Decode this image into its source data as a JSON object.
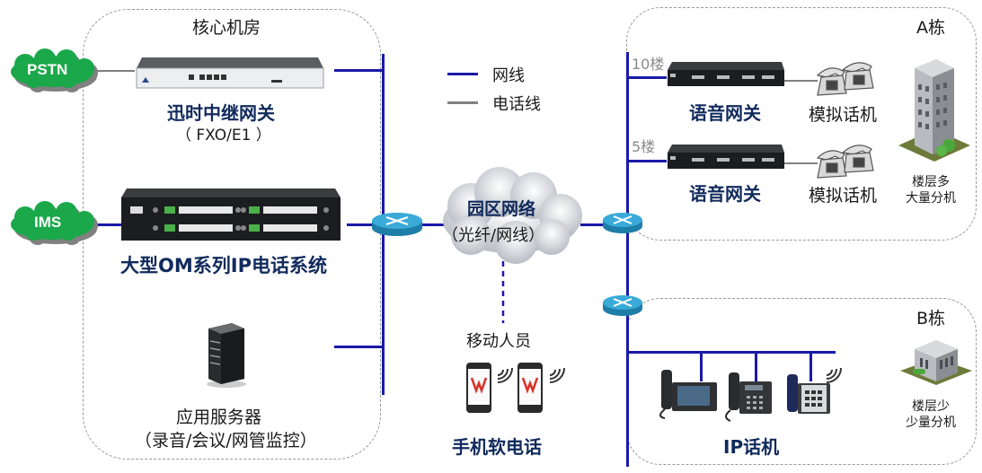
{
  "zones": {
    "core_room": {
      "title": "核心机房"
    },
    "building_a": {
      "title": "A栋",
      "desc_line1": "楼层多",
      "desc_line2": "大量分机"
    },
    "building_b": {
      "title": "B栋",
      "desc_line1": "楼层少",
      "desc_line2": "少量分机"
    }
  },
  "external_clouds": [
    {
      "label": "PSTN"
    },
    {
      "label": "IMS"
    }
  ],
  "devices": {
    "trunk_gateway": {
      "name": "迅时中继网关",
      "sub": "（ FXO/E1 ）"
    },
    "ip_pbx": {
      "name": "大型OM系列IP电话系统"
    },
    "app_server": {
      "name": "应用服务器",
      "sub": "（录音/会议/网管监控）"
    },
    "voice_gateway_10f": {
      "floor": "10楼",
      "name": "语音网关",
      "phones_label": "模拟话机"
    },
    "voice_gateway_5f": {
      "floor": "5楼",
      "name": "语音网关",
      "phones_label": "模拟话机"
    },
    "ip_phones": {
      "name": "IP话机"
    },
    "mobile": {
      "group": "移动人员",
      "name": "手机软电话",
      "app_logo": "W"
    }
  },
  "campus_cloud": {
    "name": "园区网络",
    "sub": "（光纤/网线）"
  },
  "legend": {
    "items": [
      {
        "label": "网线",
        "color": "#1a1aa8"
      },
      {
        "label": "电话线",
        "color": "#808080"
      }
    ]
  },
  "colors": {
    "network_line": "#1a1aa8",
    "phone_line": "#808080",
    "label_blue": "#102a5c",
    "cloud_green": "#1aa84a",
    "router_blue": "#2a9ad0"
  }
}
